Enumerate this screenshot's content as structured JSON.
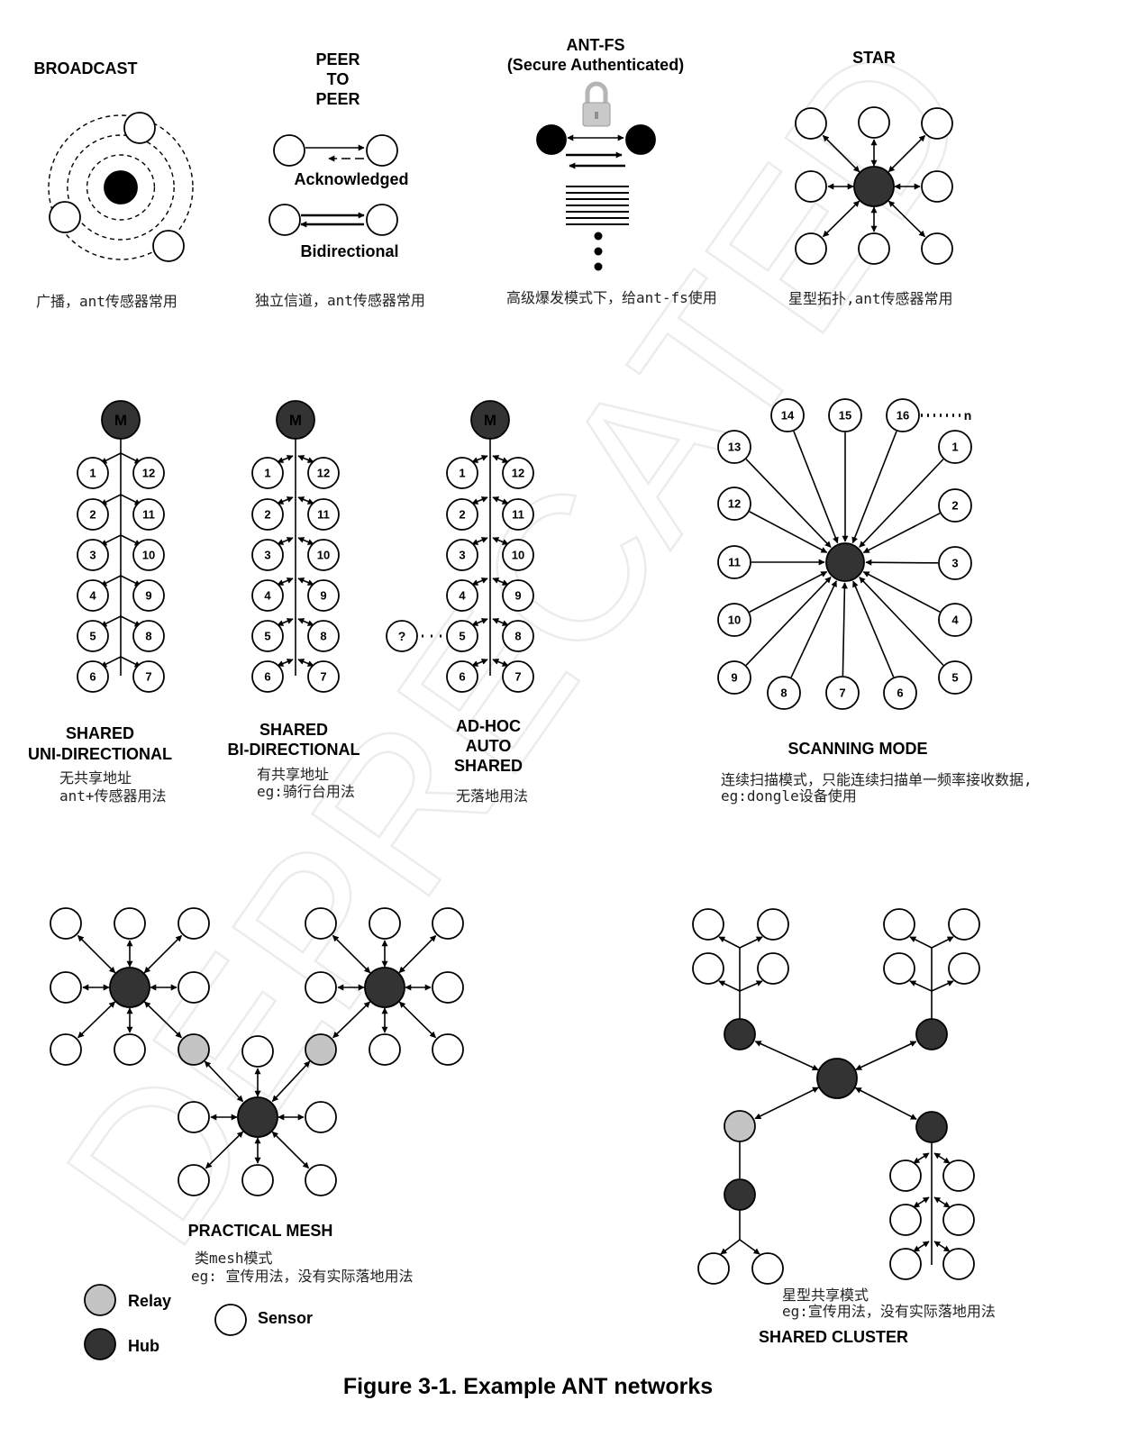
{
  "watermark": "DEPRECATED",
  "titles": {
    "broadcast": "BROADCAST",
    "peer": [
      "PEER",
      "TO",
      "PEER"
    ],
    "antfs": [
      "ANT-FS",
      "(Secure Authenticated)"
    ],
    "star": "STAR",
    "acknowledged": "Acknowledged",
    "bidirectional": "Bidirectional",
    "shared_uni": [
      "SHARED",
      "UNI-DIRECTIONAL"
    ],
    "shared_bi": [
      "SHARED",
      "BI-DIRECTIONAL"
    ],
    "adhoc": [
      "AD-HOC",
      "AUTO",
      "SHARED"
    ],
    "scanning": "SCANNING MODE",
    "practical_mesh": "PRACTICAL MESH",
    "shared_cluster": "SHARED CLUSTER",
    "figure_caption": "Figure 3-1. Example ANT networks"
  },
  "notes": {
    "broadcast": "广播，ant传感器常用",
    "peer": "独立信道，ant传感器常用",
    "antfs": "高级爆发模式下，给ant-fs使用",
    "star": "星型拓扑,ant传感器常用",
    "shared_uni": [
      "无共享地址",
      "ant+传感器用法"
    ],
    "shared_bi": [
      "有共享地址",
      "eg:骑行台用法"
    ],
    "adhoc": "无落地用法",
    "scanning": [
      "连续扫描模式，只能连续扫描单一频率接收数据,",
      "eg:dongle设备使用"
    ],
    "mesh": [
      "类mesh模式",
      "eg: 宣传用法，没有实际落地用法"
    ],
    "cluster": [
      "星型共享模式",
      "eg:宣传用法，没有实际落地用法"
    ]
  },
  "legend": {
    "relay": "Relay",
    "hub": "Hub",
    "sensor": "Sensor"
  },
  "node_labels": {
    "master": "M",
    "left_column": [
      "1",
      "2",
      "3",
      "4",
      "5",
      "6"
    ],
    "right_column": [
      "12",
      "11",
      "10",
      "9",
      "8",
      "7"
    ],
    "unknown": "?",
    "scan_nodes": [
      "1",
      "2",
      "3",
      "4",
      "5",
      "6",
      "7",
      "8",
      "9",
      "10",
      "11",
      "12",
      "13",
      "14",
      "15",
      "16"
    ],
    "scan_extra": "n"
  },
  "colors": {
    "hub": "#333333",
    "relay": "#c4c4c4",
    "sensor": "#ffffff",
    "line": "#000000"
  }
}
